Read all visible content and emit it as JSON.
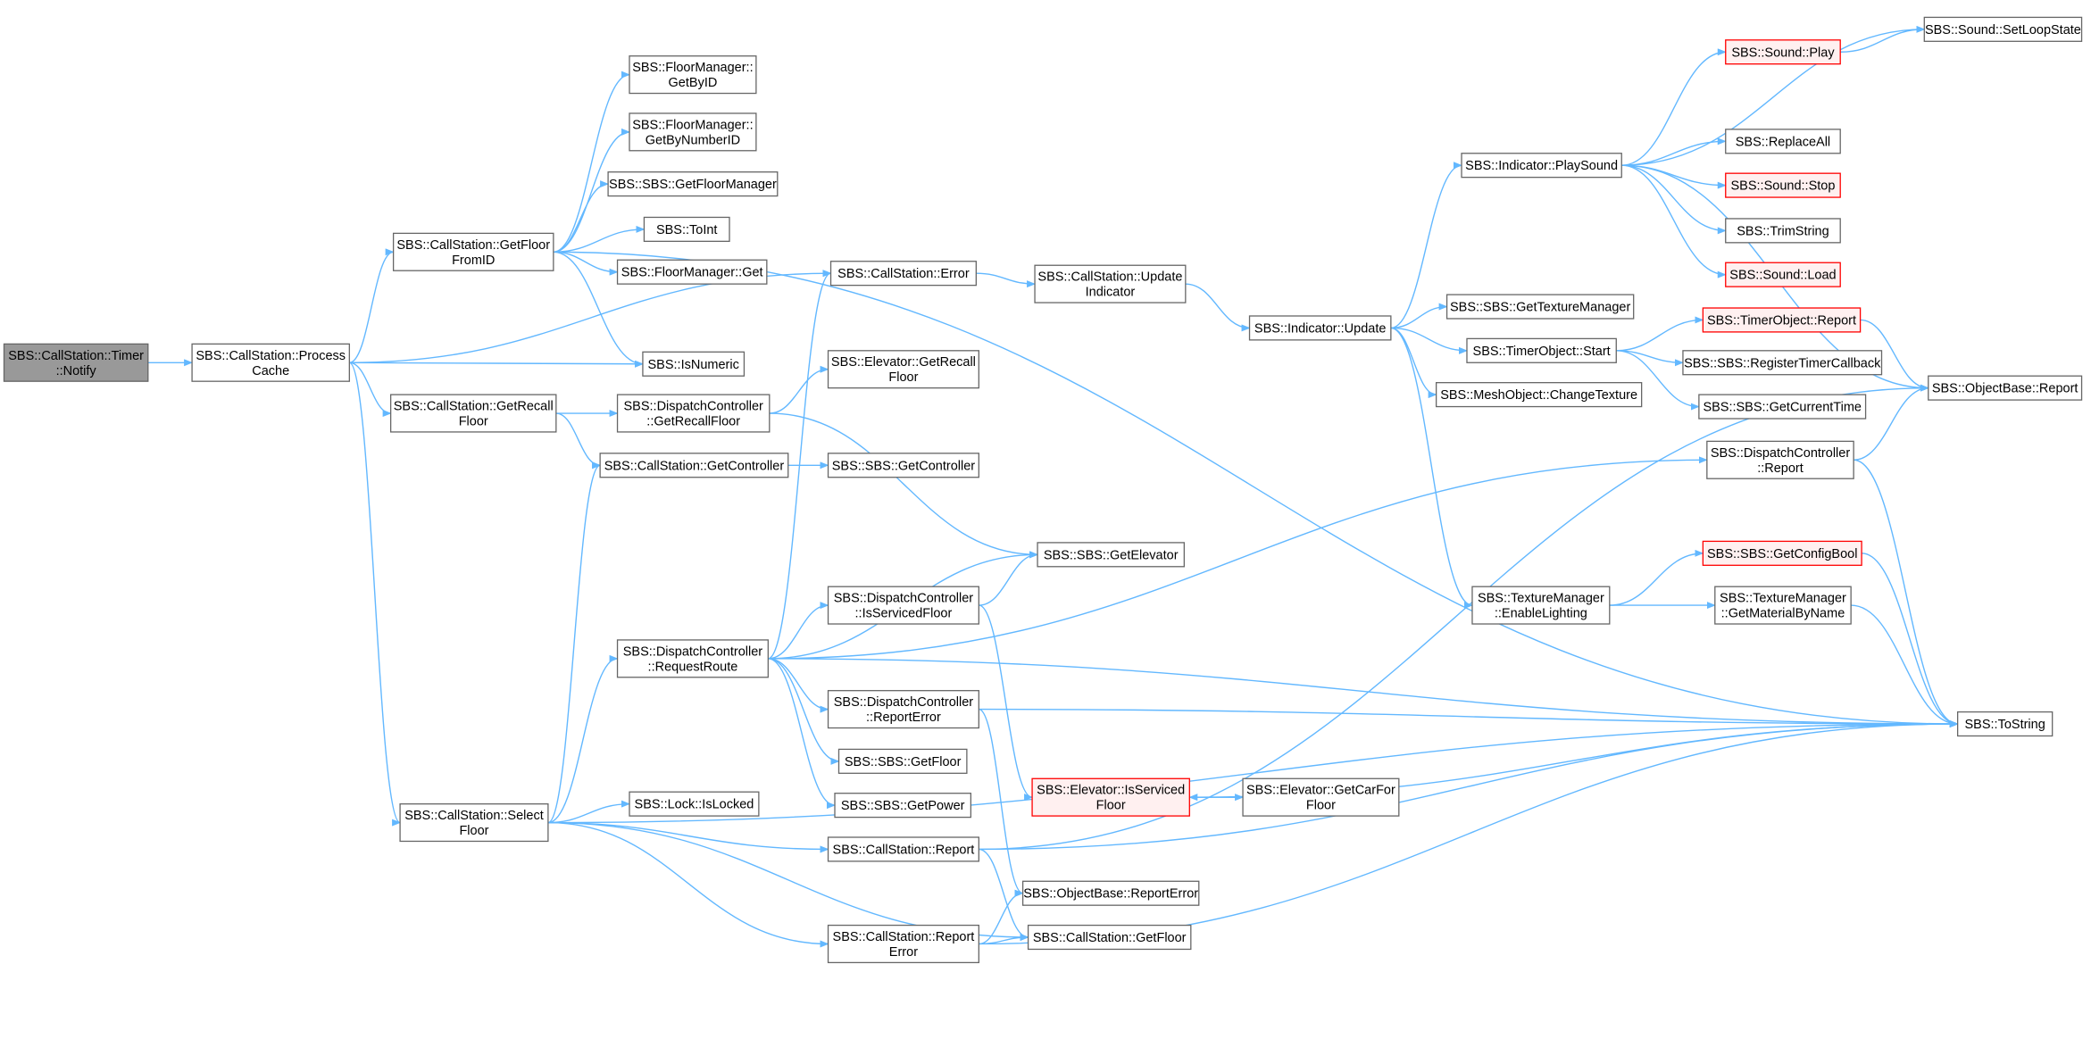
{
  "colors": {
    "edge": "#63b8ff",
    "node_border": "#666666",
    "node_fill": "#ffffff",
    "root_fill": "#999999",
    "root_border": "#666666",
    "truncated_border": "#ff0000",
    "truncated_fill": "#fff0f0",
    "text": "#000000"
  },
  "nodes": [
    {
      "id": "timer_notify",
      "lines": [
        "SBS::CallStation::Timer",
        "::Notify"
      ],
      "style": "root"
    },
    {
      "id": "process_cache",
      "lines": [
        "SBS::CallStation::Process",
        "Cache"
      ],
      "style": "normal"
    },
    {
      "id": "getfloorfromid",
      "lines": [
        "SBS::CallStation::GetFloor",
        "FromID"
      ],
      "style": "normal"
    },
    {
      "id": "getrecallfloor",
      "lines": [
        "SBS::CallStation::GetRecall",
        "Floor"
      ],
      "style": "normal"
    },
    {
      "id": "selectfloor",
      "lines": [
        "SBS::CallStation::Select",
        "Floor"
      ],
      "style": "normal"
    },
    {
      "id": "fm_getbyid",
      "lines": [
        "SBS::FloorManager::",
        "GetByID"
      ],
      "style": "normal"
    },
    {
      "id": "fm_getbynumberid",
      "lines": [
        "SBS::FloorManager::",
        "GetByNumberID"
      ],
      "style": "normal"
    },
    {
      "id": "sbs_getfloormanager",
      "lines": [
        "SBS::SBS::GetFloorManager"
      ],
      "style": "normal"
    },
    {
      "id": "toint",
      "lines": [
        "SBS::ToInt"
      ],
      "style": "normal"
    },
    {
      "id": "fm_get",
      "lines": [
        "SBS::FloorManager::Get"
      ],
      "style": "normal"
    },
    {
      "id": "isnumeric",
      "lines": [
        "SBS::IsNumeric"
      ],
      "style": "normal"
    },
    {
      "id": "dc_getrecallfloor",
      "lines": [
        "SBS::DispatchController",
        "::GetRecallFloor"
      ],
      "style": "normal"
    },
    {
      "id": "cs_getcontroller",
      "lines": [
        "SBS::CallStation::GetController"
      ],
      "style": "normal"
    },
    {
      "id": "dc_requestroute",
      "lines": [
        "SBS::DispatchController",
        "::RequestRoute"
      ],
      "style": "normal"
    },
    {
      "id": "lock_islocked",
      "lines": [
        "SBS::Lock::IsLocked"
      ],
      "style": "normal"
    },
    {
      "id": "cs_error",
      "lines": [
        "SBS::CallStation::Error"
      ],
      "style": "normal"
    },
    {
      "id": "elev_getrecallfloor",
      "lines": [
        "SBS::Elevator::GetRecall",
        "Floor"
      ],
      "style": "normal"
    },
    {
      "id": "sbs_getcontroller",
      "lines": [
        "SBS::SBS::GetController"
      ],
      "style": "normal"
    },
    {
      "id": "dc_isservicedfloor",
      "lines": [
        "SBS::DispatchController",
        "::IsServicedFloor"
      ],
      "style": "normal"
    },
    {
      "id": "dc_reporterror",
      "lines": [
        "SBS::DispatchController",
        "::ReportError"
      ],
      "style": "normal"
    },
    {
      "id": "sbs_getfloor",
      "lines": [
        "SBS::SBS::GetFloor"
      ],
      "style": "normal"
    },
    {
      "id": "sbs_getpower",
      "lines": [
        "SBS::SBS::GetPower"
      ],
      "style": "normal"
    },
    {
      "id": "cs_report",
      "lines": [
        "SBS::CallStation::Report"
      ],
      "style": "normal"
    },
    {
      "id": "cs_reporterror",
      "lines": [
        "SBS::CallStation::Report",
        "Error"
      ],
      "style": "normal"
    },
    {
      "id": "cs_updateindicator",
      "lines": [
        "SBS::CallStation::Update",
        "Indicator"
      ],
      "style": "normal"
    },
    {
      "id": "sbs_getelevator",
      "lines": [
        "SBS::SBS::GetElevator"
      ],
      "style": "normal"
    },
    {
      "id": "elev_isservicedfloor",
      "lines": [
        "SBS::Elevator::IsServiced",
        "Floor"
      ],
      "style": "truncated"
    },
    {
      "id": "ob_reporterror",
      "lines": [
        "SBS::ObjectBase::ReportError"
      ],
      "style": "normal"
    },
    {
      "id": "cs_getfloor",
      "lines": [
        "SBS::CallStation::GetFloor"
      ],
      "style": "normal"
    },
    {
      "id": "ind_update",
      "lines": [
        "SBS::Indicator::Update"
      ],
      "style": "normal"
    },
    {
      "id": "elev_getcarforfloor",
      "lines": [
        "SBS::Elevator::GetCarFor",
        "Floor"
      ],
      "style": "normal"
    },
    {
      "id": "ind_playsound",
      "lines": [
        "SBS::Indicator::PlaySound"
      ],
      "style": "normal"
    },
    {
      "id": "sbs_gettexturemanager",
      "lines": [
        "SBS::SBS::GetTextureManager"
      ],
      "style": "normal"
    },
    {
      "id": "timer_start",
      "lines": [
        "SBS::TimerObject::Start"
      ],
      "style": "normal"
    },
    {
      "id": "mesh_changetexture",
      "lines": [
        "SBS::MeshObject::ChangeTexture"
      ],
      "style": "normal"
    },
    {
      "id": "tm_enablelighting",
      "lines": [
        "SBS::TextureManager",
        "::EnableLighting"
      ],
      "style": "normal"
    },
    {
      "id": "sound_play",
      "lines": [
        "SBS::Sound::Play"
      ],
      "style": "truncated"
    },
    {
      "id": "replaceall",
      "lines": [
        "SBS::ReplaceAll"
      ],
      "style": "normal"
    },
    {
      "id": "sound_stop",
      "lines": [
        "SBS::Sound::Stop"
      ],
      "style": "truncated"
    },
    {
      "id": "trimstring",
      "lines": [
        "SBS::TrimString"
      ],
      "style": "normal"
    },
    {
      "id": "sound_load",
      "lines": [
        "SBS::Sound::Load"
      ],
      "style": "truncated"
    },
    {
      "id": "timer_report",
      "lines": [
        "SBS::TimerObject::Report"
      ],
      "style": "truncated"
    },
    {
      "id": "sbs_registertimer",
      "lines": [
        "SBS::SBS::RegisterTimerCallback"
      ],
      "style": "normal"
    },
    {
      "id": "sbs_getcurrenttime",
      "lines": [
        "SBS::SBS::GetCurrentTime"
      ],
      "style": "normal"
    },
    {
      "id": "dc_report",
      "lines": [
        "SBS::DispatchController",
        "::Report"
      ],
      "style": "normal"
    },
    {
      "id": "sbs_getconfigbool",
      "lines": [
        "SBS::SBS::GetConfigBool"
      ],
      "style": "truncated"
    },
    {
      "id": "tm_getmaterialbyname",
      "lines": [
        "SBS::TextureManager",
        "::GetMaterialByName"
      ],
      "style": "normal"
    },
    {
      "id": "sound_setloopstate",
      "lines": [
        "SBS::Sound::SetLoopState"
      ],
      "style": "normal"
    },
    {
      "id": "ob_report",
      "lines": [
        "SBS::ObjectBase::Report"
      ],
      "style": "normal"
    },
    {
      "id": "tostring",
      "lines": [
        "SBS::ToString"
      ],
      "style": "normal"
    }
  ],
  "edges": [
    [
      "timer_notify",
      "process_cache"
    ],
    [
      "process_cache",
      "getfloorfromid"
    ],
    [
      "process_cache",
      "cs_error"
    ],
    [
      "process_cache",
      "isnumeric"
    ],
    [
      "process_cache",
      "getrecallfloor"
    ],
    [
      "process_cache",
      "selectfloor"
    ],
    [
      "getfloorfromid",
      "fm_getbyid"
    ],
    [
      "getfloorfromid",
      "fm_getbynumberid"
    ],
    [
      "getfloorfromid",
      "sbs_getfloormanager"
    ],
    [
      "getfloorfromid",
      "toint"
    ],
    [
      "getfloorfromid",
      "fm_get"
    ],
    [
      "getfloorfromid",
      "isnumeric"
    ],
    [
      "getfloorfromid",
      "tostring"
    ],
    [
      "getrecallfloor",
      "dc_getrecallfloor"
    ],
    [
      "getrecallfloor",
      "cs_getcontroller"
    ],
    [
      "dc_getrecallfloor",
      "elev_getrecallfloor"
    ],
    [
      "dc_getrecallfloor",
      "sbs_getelevator"
    ],
    [
      "cs_getcontroller",
      "sbs_getcontroller"
    ],
    [
      "selectfloor",
      "cs_getcontroller"
    ],
    [
      "selectfloor",
      "dc_requestroute"
    ],
    [
      "selectfloor",
      "lock_islocked"
    ],
    [
      "selectfloor",
      "cs_report"
    ],
    [
      "selectfloor",
      "cs_getfloor"
    ],
    [
      "selectfloor",
      "cs_reporterror"
    ],
    [
      "selectfloor",
      "tostring"
    ],
    [
      "dc_requestroute",
      "cs_error"
    ],
    [
      "dc_requestroute",
      "dc_report"
    ],
    [
      "dc_requestroute",
      "sbs_getelevator"
    ],
    [
      "dc_requestroute",
      "dc_isservicedfloor"
    ],
    [
      "dc_requestroute",
      "dc_reporterror"
    ],
    [
      "dc_requestroute",
      "sbs_getfloor"
    ],
    [
      "dc_requestroute",
      "sbs_getpower"
    ],
    [
      "dc_requestroute",
      "tostring"
    ],
    [
      "dc_isservicedfloor",
      "sbs_getelevator"
    ],
    [
      "dc_isservicedfloor",
      "elev_isservicedfloor"
    ],
    [
      "dc_reporterror",
      "ob_reporterror"
    ],
    [
      "dc_reporterror",
      "tostring"
    ],
    [
      "cs_error",
      "cs_updateindicator"
    ],
    [
      "cs_updateindicator",
      "ind_update"
    ],
    [
      "cs_report",
      "ob_report"
    ],
    [
      "cs_report",
      "cs_getfloor"
    ],
    [
      "cs_report",
      "tostring"
    ],
    [
      "cs_reporterror",
      "ob_reporterror"
    ],
    [
      "cs_reporterror",
      "cs_getfloor"
    ],
    [
      "cs_reporterror",
      "tostring"
    ],
    [
      "elev_isservicedfloor",
      "elev_getcarforfloor"
    ],
    [
      "elev_getcarforfloor",
      "elev_isservicedfloor"
    ],
    [
      "elev_isservicedfloor",
      "tostring"
    ],
    [
      "ind_update",
      "ind_playsound"
    ],
    [
      "ind_update",
      "sbs_gettexturemanager"
    ],
    [
      "ind_update",
      "timer_start"
    ],
    [
      "ind_update",
      "mesh_changetexture"
    ],
    [
      "ind_update",
      "tm_enablelighting"
    ],
    [
      "ind_playsound",
      "sound_setloopstate"
    ],
    [
      "ind_playsound",
      "sound_play"
    ],
    [
      "ind_playsound",
      "ob_report"
    ],
    [
      "ind_playsound",
      "replaceall"
    ],
    [
      "ind_playsound",
      "sound_stop"
    ],
    [
      "ind_playsound",
      "trimstring"
    ],
    [
      "ind_playsound",
      "sound_load"
    ],
    [
      "sound_play",
      "sound_setloopstate"
    ],
    [
      "timer_start",
      "timer_report"
    ],
    [
      "timer_start",
      "sbs_registertimer"
    ],
    [
      "timer_start",
      "sbs_getcurrenttime"
    ],
    [
      "timer_report",
      "ob_report"
    ],
    [
      "tm_enablelighting",
      "sbs_getconfigbool"
    ],
    [
      "tm_enablelighting",
      "tm_getmaterialbyname"
    ],
    [
      "sbs_getconfigbool",
      "tostring"
    ],
    [
      "tm_getmaterialbyname",
      "tostring"
    ],
    [
      "dc_report",
      "ob_report"
    ],
    [
      "dc_report",
      "tostring"
    ]
  ]
}
